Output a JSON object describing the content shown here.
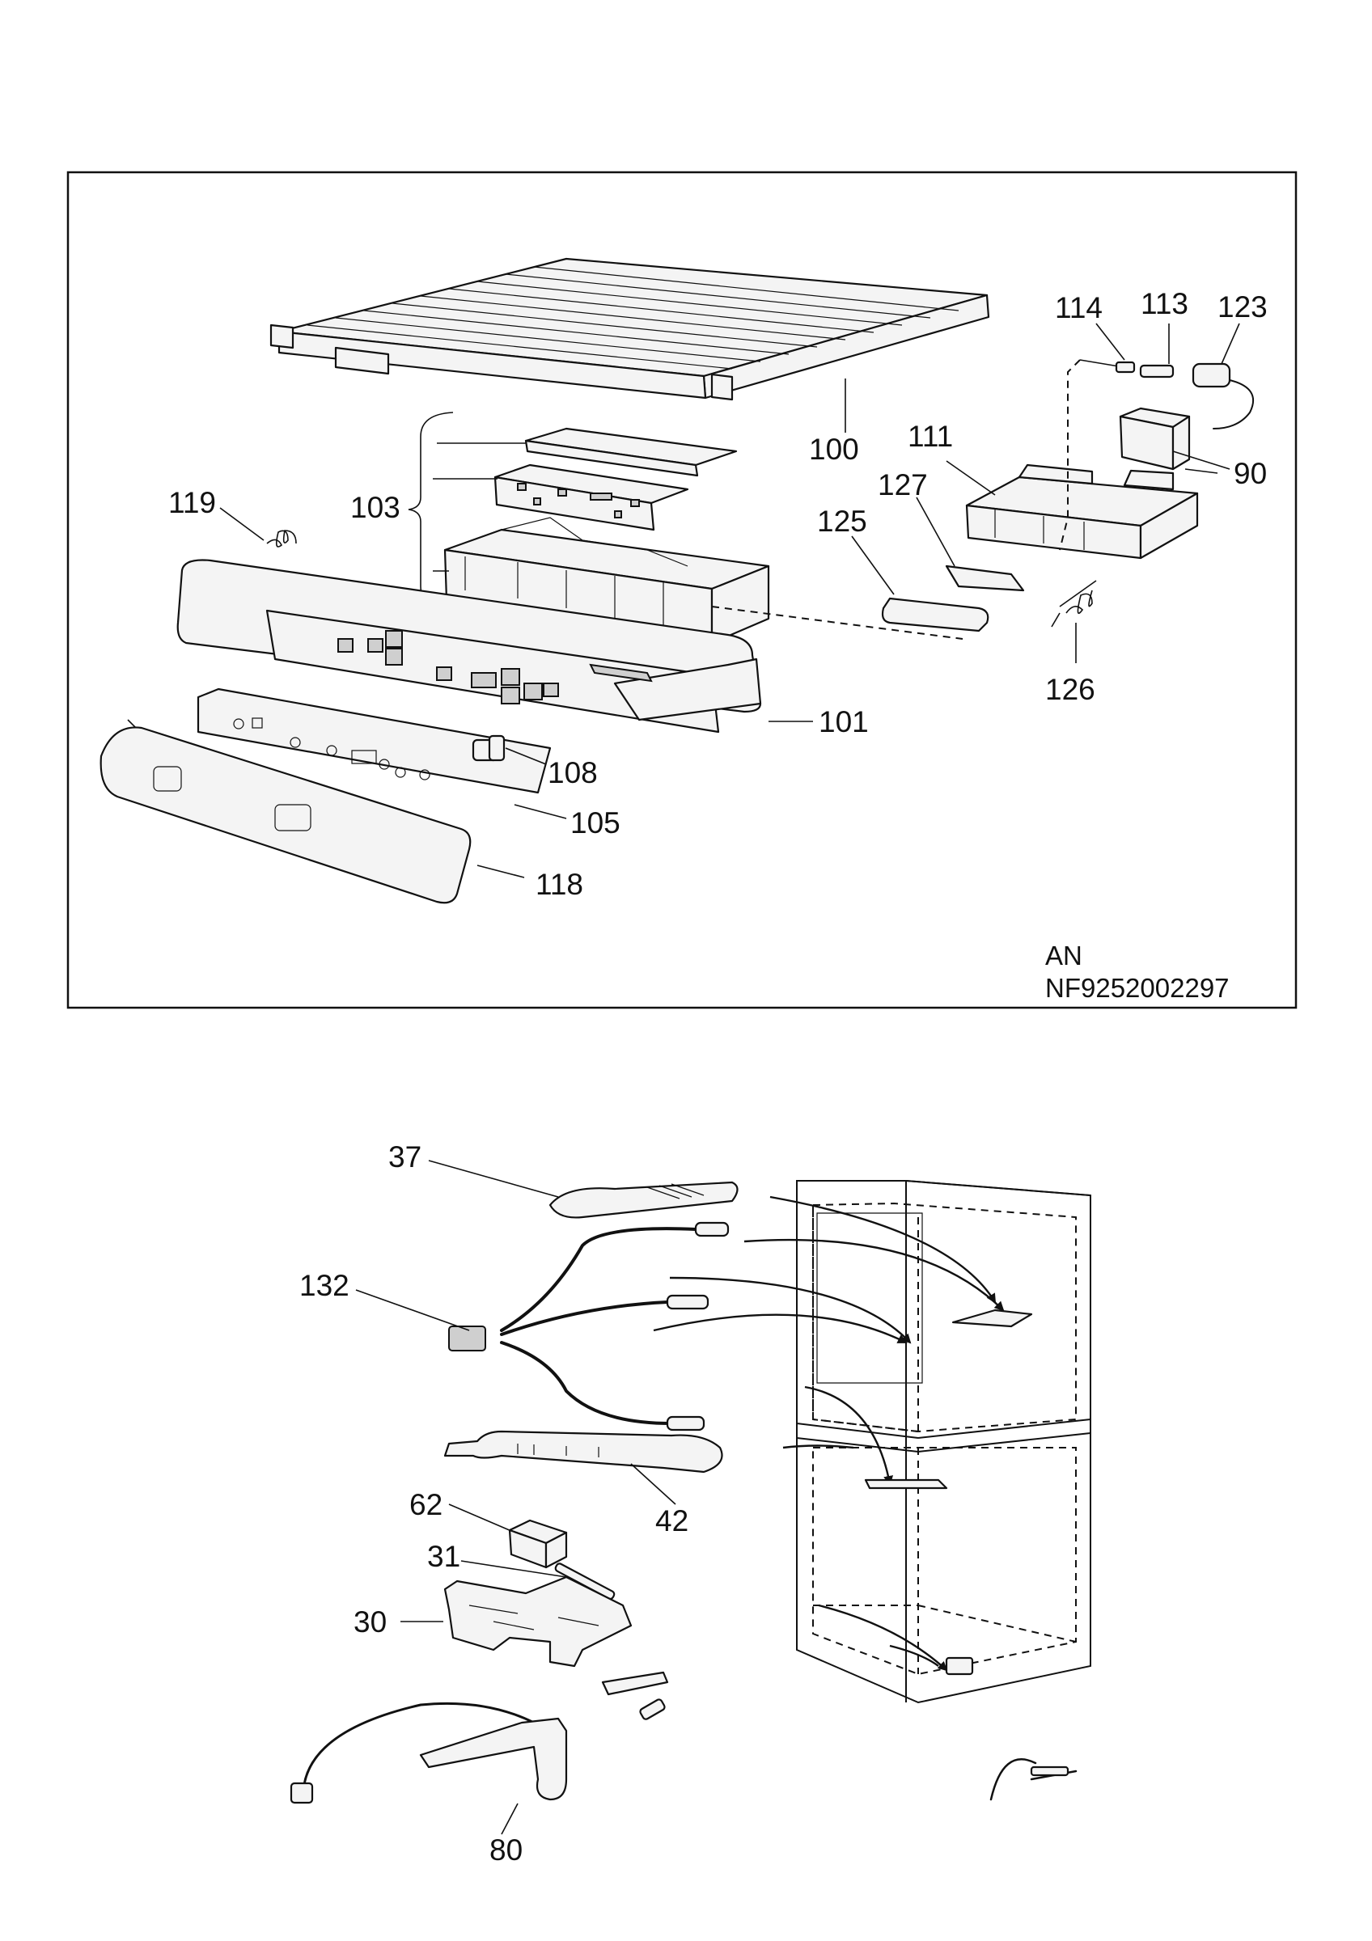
{
  "upper_diagram": {
    "callouts": {
      "c114": "114",
      "c113": "113",
      "c123": "123",
      "c100": "100",
      "c111": "111",
      "c90": "90",
      "c127": "127",
      "c125": "125",
      "c119": "119",
      "c103": "103",
      "c126": "126",
      "c101": "101",
      "c108": "108",
      "c105": "105",
      "c118": "118"
    },
    "region_code": "AN",
    "drawing_number": "NF9252002297"
  },
  "lower_diagram": {
    "callouts": {
      "c37": "37",
      "c132": "132",
      "c42": "42",
      "c62": "62",
      "c31": "31",
      "c30": "30",
      "c80": "80"
    }
  }
}
